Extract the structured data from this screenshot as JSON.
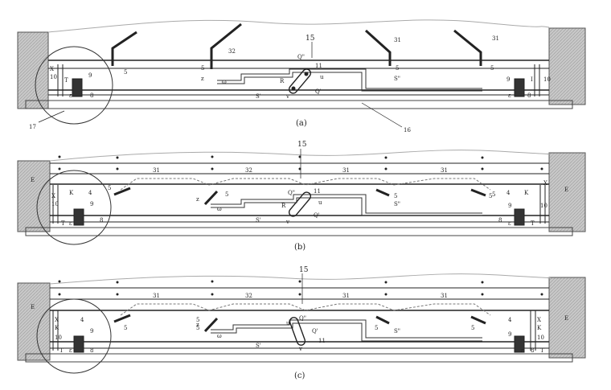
{
  "panels": [
    {
      "caption": "(a)",
      "labels": {
        "n15": "15",
        "n31a": "31",
        "n31b": "31",
        "n32": "32",
        "n5a": "5",
        "n5b": "5",
        "n5c": "5",
        "n5d": "5",
        "n11": "11",
        "n9L": "9",
        "n9R": "9",
        "n10L": "10",
        "n10R": "10",
        "n8L": "8",
        "n8R": "8",
        "n16": "16",
        "n17": "17",
        "X": "X",
        "T": "T",
        "eL": "ε",
        "eR": "ε",
        "IR": "I",
        "Qpp": "Q\"",
        "Qp": "Q'",
        "R": "R",
        "u": "u",
        "v": "v",
        "z": "z",
        "w": "ω",
        "Sp": "S'",
        "Spp": "S\""
      }
    },
    {
      "caption": "(b)",
      "labels": {
        "n15": "15",
        "n31a": "31",
        "n31b": "31",
        "n31c": "31",
        "n32": "32",
        "n5a": "5",
        "n5b": "5",
        "n5c": "5",
        "n5d": "5",
        "n5e": "5",
        "n11": "11",
        "n9L": "9",
        "n9R": "9",
        "n10L": "10",
        "n10R": "10",
        "n8L": "8",
        "n8R": "8",
        "n4L": "4",
        "n4R": "4",
        "EL": "E",
        "ER": "E",
        "XL": "X",
        "XR": "X",
        "KL": "K",
        "KR": "K",
        "TL": "T",
        "TR": "T",
        "eL": "ε",
        "eR": "ε",
        "Qpp": "Q\"",
        "Qp": "Q'",
        "R": "R",
        "u": "u",
        "v": "v",
        "z": "z",
        "w": "ω",
        "Sp": "S'",
        "Spp": "S\""
      }
    },
    {
      "caption": "(c)",
      "labels": {
        "n15": "15",
        "n31a": "31",
        "n31b": "31",
        "n31c": "31",
        "n32": "32",
        "n5a": "5",
        "n5b": "5",
        "n5c": "5",
        "n5d": "5",
        "n5e": "5",
        "n11": "11",
        "n9L": "9",
        "n9R": "9",
        "n10L": "10",
        "n10R": "10",
        "n8L": "8",
        "n8R": "8",
        "n4L": "4",
        "n4R": "4",
        "EL": "E",
        "ER": "E",
        "XL": "X",
        "XR": "X",
        "KL": "K",
        "KR": "K",
        "TL": "T",
        "TR": "T",
        "eL": "ε",
        "eR": "ε",
        "Qpp": "Q\"",
        "Qp": "Q'",
        "u": "u",
        "v": "v",
        "z": "z",
        "w": "ω",
        "Sp": "S'",
        "Spp": "S\""
      }
    }
  ]
}
